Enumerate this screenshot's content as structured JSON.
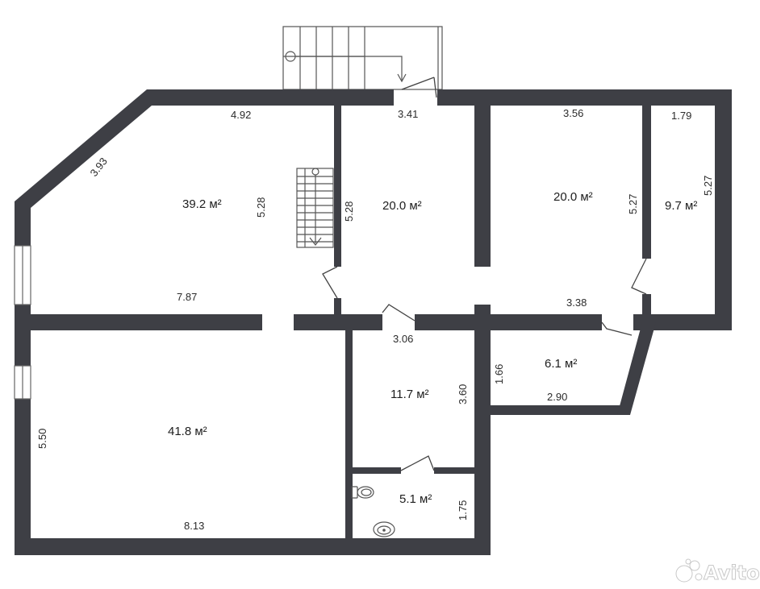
{
  "colors": {
    "wall": "#3e3f45",
    "line": "#444444",
    "background": "#ffffff"
  },
  "rooms": [
    {
      "id": "room-a",
      "area": "39.2 м²"
    },
    {
      "id": "room-b",
      "area": "20.0 м²"
    },
    {
      "id": "room-c",
      "area": "20.0 м²"
    },
    {
      "id": "room-d",
      "area": "9.7 м²"
    },
    {
      "id": "room-e",
      "area": "41.8 м²"
    },
    {
      "id": "room-f",
      "area": "11.7 м²"
    },
    {
      "id": "room-g",
      "area": "6.1 м²"
    },
    {
      "id": "room-h",
      "area": "5.1 м²"
    }
  ],
  "dimensions": [
    "4.92",
    "3.93",
    "5.28",
    "7.87",
    "5.28",
    "3.41",
    "3.56",
    "5.27",
    "1.79",
    "5.27",
    "3.38",
    "3.06",
    "3.60",
    "1.66",
    "2.90",
    "5.50",
    "8.13",
    "1.75"
  ],
  "watermark": {
    "brand": "Avito",
    "icon": "avito-logo-icon"
  },
  "icons": {
    "toilet": "toilet-icon",
    "sink": "sink-icon",
    "stairs": "stairs-icon"
  }
}
